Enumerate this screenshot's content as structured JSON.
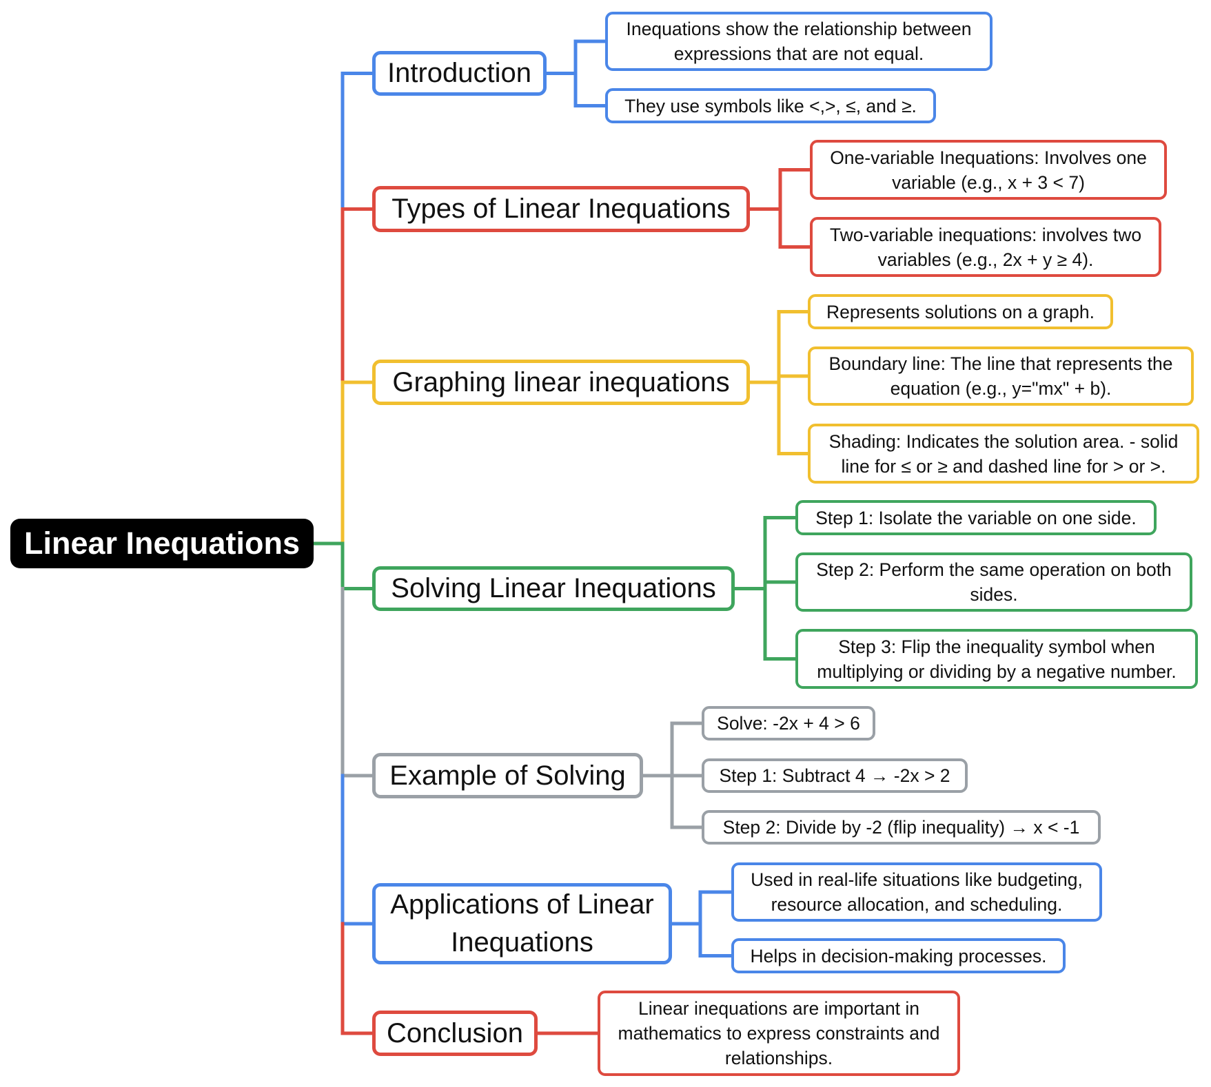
{
  "colors": {
    "blue": "#4a86e8",
    "red": "#de4a3f",
    "yellow": "#f1bf2f",
    "green": "#3fa55d",
    "gray": "#9aa0a6",
    "root_bg": "#000000"
  },
  "root": {
    "label": "Linear Inequations"
  },
  "branches": [
    {
      "label": "Introduction",
      "color": "blue",
      "children": [
        "Inequations show the relationship between expressions that are not equal.",
        "They use symbols like <,>, ≤, and ≥."
      ]
    },
    {
      "label": "Types of Linear Inequations",
      "color": "red",
      "children": [
        "One-variable Inequations: Involves one variable (e.g., x + 3 < 7)",
        "Two-variable inequations: involves two variables (e.g., 2x + y ≥ 4)."
      ]
    },
    {
      "label": "Graphing linear inequations",
      "color": "yellow",
      "children": [
        "Represents solutions on a graph.",
        "Boundary line: The line that represents the equation (e.g., y=\"mx\" + b).",
        "Shading: Indicates the solution area. - solid line for ≤ or ≥ and dashed line for > or >."
      ]
    },
    {
      "label": "Solving Linear Inequations",
      "color": "green",
      "children": [
        "Step 1: Isolate the variable on one side.",
        "Step 2: Perform the same operation on both sides.",
        "Step 3: Flip the inequality symbol when multiplying or dividing by a negative number."
      ]
    },
    {
      "label": "Example of Solving",
      "color": "gray",
      "children": [
        "Solve: -2x + 4 > 6",
        "Step 1: Subtract 4 → -2x > 2",
        "Step 2: Divide by -2 (flip inequality) → x < -1"
      ]
    },
    {
      "label": "Applications of Linear Inequations",
      "color": "blue",
      "children": [
        "Used in real-life situations like budgeting, resource allocation, and scheduling.",
        "Helps in decision-making processes."
      ]
    },
    {
      "label": "Conclusion",
      "color": "red",
      "children": [
        "Linear inequations are important in mathematics to express constraints and relationships."
      ]
    }
  ]
}
